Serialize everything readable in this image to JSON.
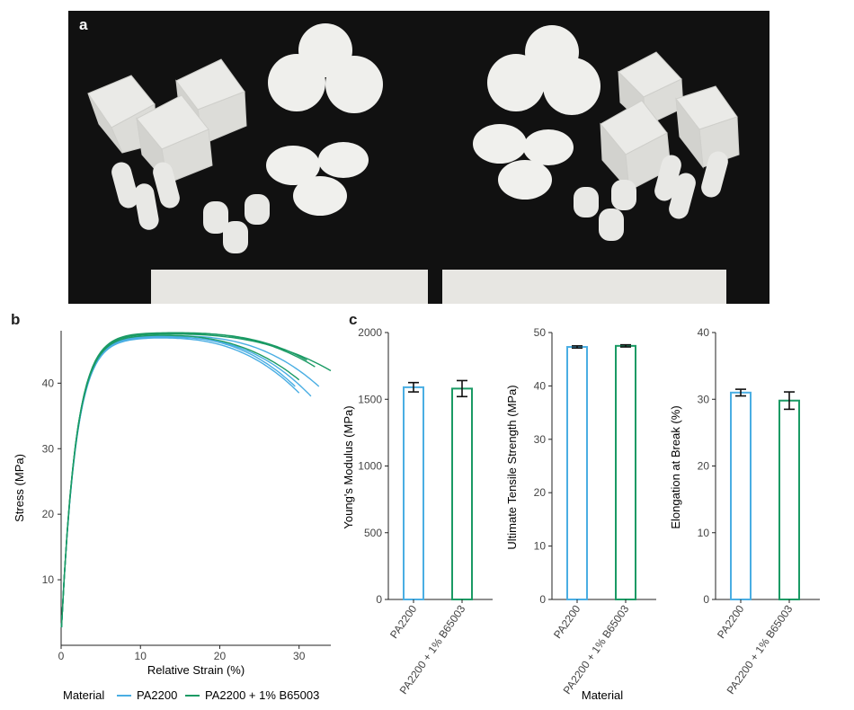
{
  "panels": {
    "a": "a",
    "b": "b",
    "c": "c"
  },
  "colors": {
    "pa2200": "#4aaee3",
    "b65003": "#1a9a64",
    "photo_bg": "#111111",
    "part": "#ededeb"
  },
  "chart_data": [
    {
      "type": "line",
      "panel": "b",
      "xlabel": "Relative Strain (%)",
      "ylabel": "Stress (MPa)",
      "xlim": [
        0,
        34
      ],
      "ylim": [
        0,
        48
      ],
      "xticks": [
        0,
        10,
        20,
        30
      ],
      "yticks": [
        10,
        20,
        30,
        40
      ],
      "legend": {
        "title": "Material",
        "position": "bottom",
        "entries": [
          "PA2200",
          "PA2200 + 1% B65003"
        ]
      },
      "series": [
        {
          "name": "PA2200",
          "curves": [
            {
              "peak_x": 12,
              "peak_y": 46.9,
              "end_x": 30.0,
              "end_y": 38.5
            },
            {
              "peak_x": 13,
              "peak_y": 47.0,
              "end_x": 31.5,
              "end_y": 38.0
            },
            {
              "peak_x": 14,
              "peak_y": 47.2,
              "end_x": 32.5,
              "end_y": 39.5
            },
            {
              "peak_x": 12.5,
              "peak_y": 47.1,
              "end_x": 29.5,
              "end_y": 39.5
            }
          ]
        },
        {
          "name": "PA2200 + 1% B65003",
          "curves": [
            {
              "peak_x": 13,
              "peak_y": 47.5,
              "end_x": 34.0,
              "end_y": 41.9
            },
            {
              "peak_x": 14,
              "peak_y": 47.7,
              "end_x": 32.0,
              "end_y": 42.5
            },
            {
              "peak_x": 12,
              "peak_y": 47.3,
              "end_x": 30.0,
              "end_y": 40.5
            },
            {
              "peak_x": 15,
              "peak_y": 47.6,
              "end_x": 31.0,
              "end_y": 43.5
            }
          ]
        }
      ]
    },
    {
      "type": "bar",
      "panel": "c",
      "ylabel": "Young's Modulus (MPa)",
      "ylim": [
        0,
        2000
      ],
      "yticks": [
        0,
        500,
        1000,
        1500,
        2000
      ],
      "categories": [
        "PA2200",
        "PA2200 + 1% B65003"
      ],
      "values": [
        1590,
        1580
      ],
      "errors": [
        35,
        60
      ]
    },
    {
      "type": "bar",
      "panel": "c",
      "ylabel": "Ultimate Tensile Strength (MPa)",
      "ylim": [
        0,
        50
      ],
      "yticks": [
        0,
        10,
        20,
        30,
        40,
        50
      ],
      "categories": [
        "PA2200",
        "PA2200 + 1% B65003"
      ],
      "values": [
        47.3,
        47.5
      ],
      "errors": [
        0.2,
        0.2
      ]
    },
    {
      "type": "bar",
      "panel": "c",
      "ylabel": "Elongation at Break (%)",
      "ylim": [
        0,
        40
      ],
      "yticks": [
        0,
        10,
        20,
        30,
        40
      ],
      "categories": [
        "PA2200",
        "PA2200 + 1% B65003"
      ],
      "values": [
        31.0,
        29.8
      ],
      "errors": [
        0.5,
        1.3
      ]
    }
  ],
  "shared_xlabel": "Material"
}
